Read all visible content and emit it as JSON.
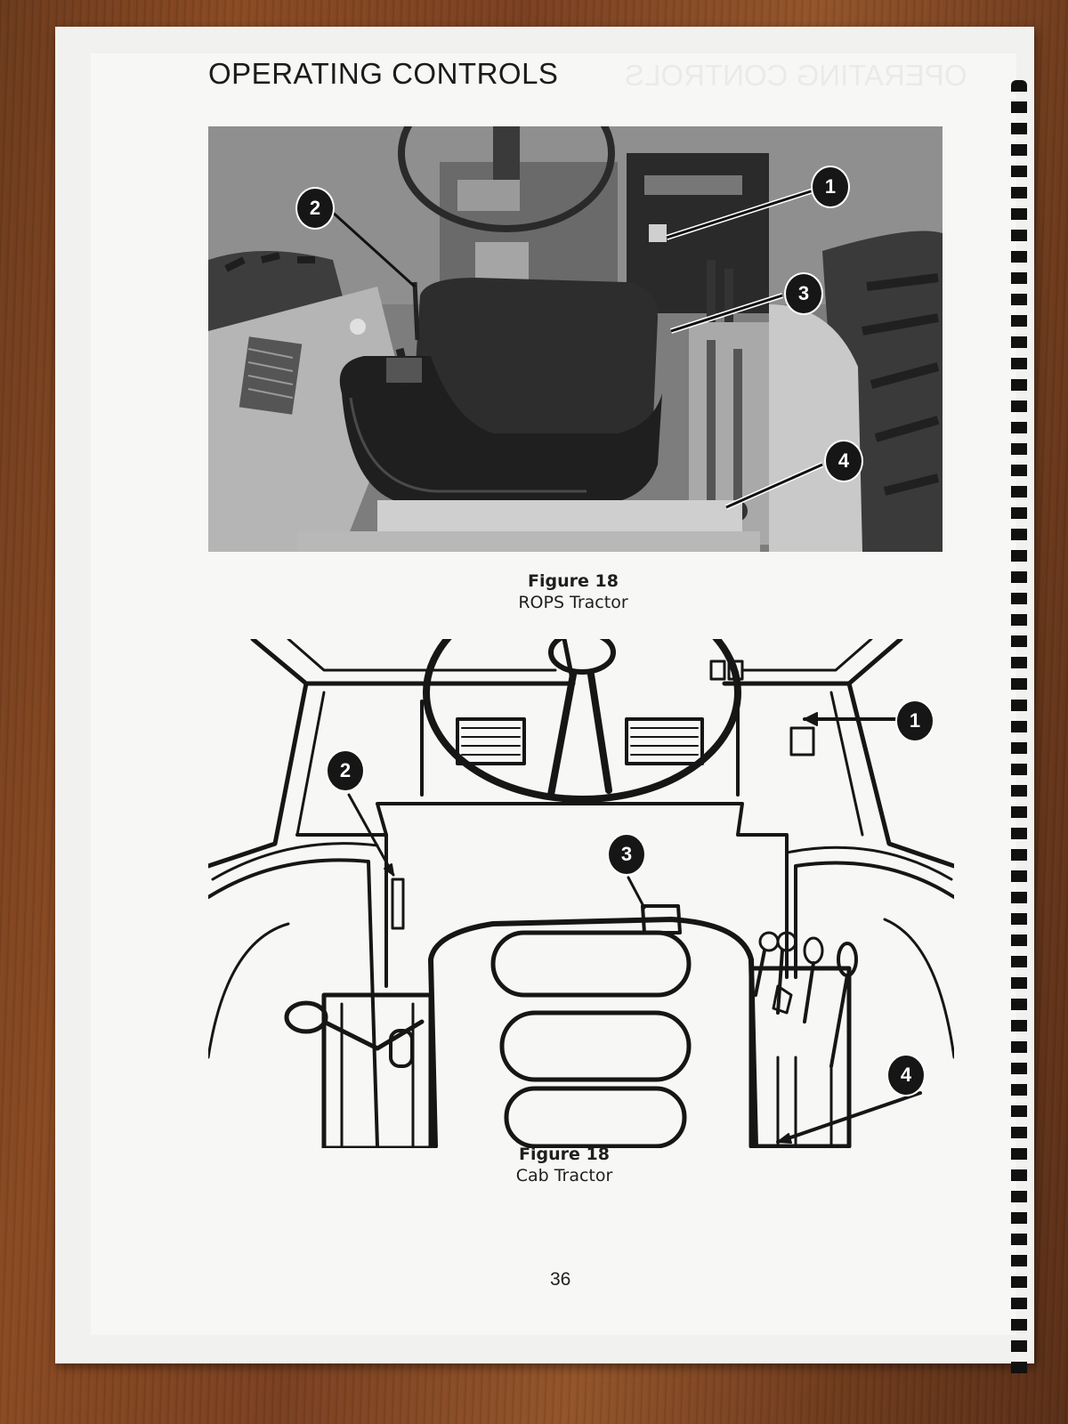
{
  "page": {
    "heading": "OPERATING CONTROLS",
    "page_number": "36"
  },
  "figures": [
    {
      "number": "Figure 18",
      "title": "ROPS Tractor",
      "callouts": [
        "1",
        "2",
        "3",
        "4"
      ]
    },
    {
      "number": "Figure 18",
      "title": "Cab Tractor",
      "callouts": [
        "1",
        "2",
        "3",
        "4"
      ]
    }
  ],
  "colors": {
    "paper": "#f1f1ef",
    "ink": "#161616",
    "wood": "#7a4020"
  }
}
